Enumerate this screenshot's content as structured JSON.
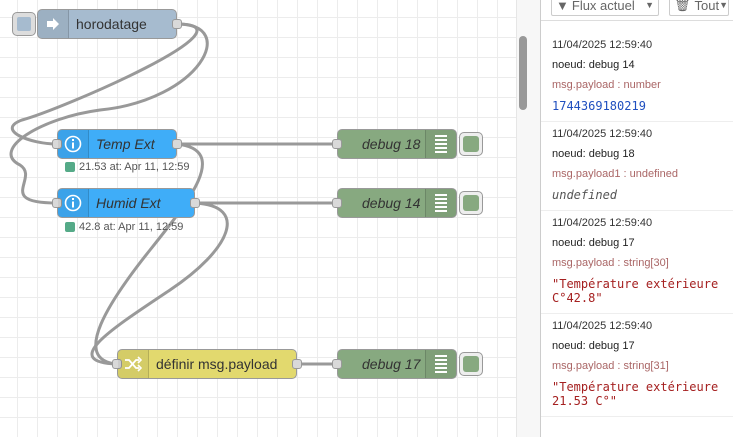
{
  "nodes": {
    "horodatage": {
      "label": "horodatage"
    },
    "temp_ext": {
      "label": "Temp Ext",
      "status": "21.53 at: Apr 11, 12:59"
    },
    "humid_ext": {
      "label": "Humid Ext",
      "status": "42.8 at: Apr 11, 12:59"
    },
    "debug18": {
      "label": "debug 18"
    },
    "debug14": {
      "label": "debug 14"
    },
    "debug17": {
      "label": "debug 17"
    },
    "change": {
      "label": "définir msg.payload"
    }
  },
  "sidebar": {
    "filter_label": "Flux actuel",
    "clear_label": "Tout",
    "messages": [
      {
        "timestamp": "11/04/2025 12:59:40",
        "node": "noeud: debug 14",
        "path": "msg.payload : number",
        "value": "1744369180219"
      },
      {
        "timestamp": "11/04/2025 12:59:40",
        "node": "noeud: debug 18",
        "path": "msg.payload1 : undefined",
        "value": "undefined"
      },
      {
        "timestamp": "11/04/2025 12:59:40",
        "node": "noeud: debug 17",
        "path": "msg.payload : string[30]",
        "value": "\"Température extérieure C°42.8\""
      },
      {
        "timestamp": "11/04/2025 12:59:40",
        "node": "noeud: debug 17",
        "path": "msg.payload : string[31]",
        "value": "\"Température extérieure 21.53 C°\""
      }
    ]
  },
  "colors": {
    "inject": "#a6bbcf",
    "info": "#3fadf8",
    "debug": "#87a980",
    "change": "#e2d96e",
    "number": "#1f4fbf",
    "string": "#a52020"
  }
}
